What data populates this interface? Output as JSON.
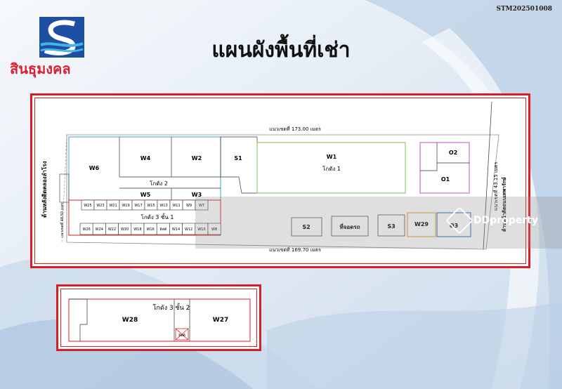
{
  "header": {
    "doc_code": "STM202501008",
    "title": "แผนผังพื้นที่เช่า"
  },
  "logo": {
    "text": "สินธุมงคล",
    "colors": {
      "blue": "#1f4fa3",
      "red": "#d92233"
    }
  },
  "plan_main": {
    "boundary_top": "แนวเขตที่ 173.00 เมตร",
    "boundary_bottom": "แนวเขตที่ 169.70 เมตร",
    "boundary_right": "แนวเขตที่ 43.15 เมตร",
    "road_right": "ด้านหน้าติดถนนเทพารักษ์",
    "rear_left": "ด้านหลังติดคลองลำโรง",
    "boundary_left": "แนวเขตที่ 48.50 เมตร",
    "units": {
      "w6": "W6",
      "w4": "W4",
      "w2": "W2",
      "s1": "S1",
      "w1": "W1",
      "o2": "O2",
      "o1": "O1",
      "w5": "W5",
      "w3": "W3",
      "s2": "S2",
      "s3": "S3",
      "w29": "W29",
      "parking": "ที่จอดรถ",
      "o3": "O3"
    },
    "warehouse_labels": {
      "wh1": "โกดัง 1",
      "wh2": "โกดัง 2",
      "wh3": "โกดัง 3 ชั้น 1"
    },
    "row_upper": [
      "W25",
      "W23",
      "W21",
      "W19",
      "W17",
      "W15",
      "W13",
      "W11",
      "W9",
      "W7"
    ],
    "row_lower": [
      "W26",
      "W24",
      "W22",
      "W20",
      "W18",
      "W16",
      "ลิฟต์",
      "W14",
      "W12",
      "W10",
      "W8"
    ]
  },
  "plan_floor2": {
    "label": "โกดัง 3 ชั้น 2",
    "left_unit": "W28",
    "right_unit": "W27",
    "lift": "ลิฟต์"
  },
  "watermark": {
    "text": "DDproperty"
  }
}
